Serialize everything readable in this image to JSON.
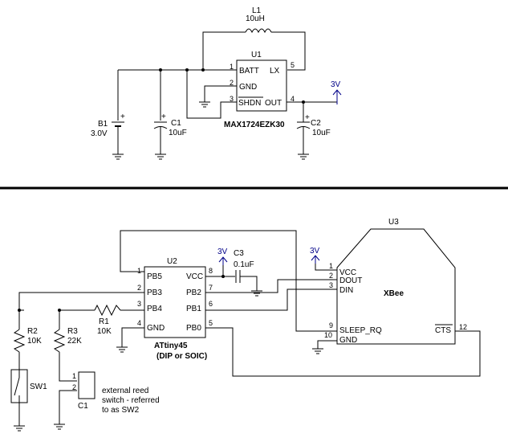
{
  "top": {
    "inductor": {
      "ref": "L1",
      "value": "10uH"
    },
    "regulator": {
      "ref": "U1",
      "part": "MAX1724EZK30",
      "pins": {
        "batt": "BATT",
        "gnd": "GND",
        "shdn": "SHDN",
        "lx": "LX",
        "out": "OUT"
      },
      "pin_numbers": {
        "batt": "1",
        "gnd": "2",
        "shdn": "3",
        "out": "4",
        "lx": "5"
      }
    },
    "battery": {
      "ref": "B1",
      "value": "3.0V"
    },
    "cap_in": {
      "ref": "C1",
      "value": "10uF"
    },
    "cap_out": {
      "ref": "C2",
      "value": "10uF"
    },
    "supply": "3V",
    "plus": "+"
  },
  "bottom": {
    "mcu": {
      "ref": "U2",
      "part": "ATtiny45",
      "package": "(DIP or SOIC)",
      "pins": {
        "pb5": "PB5",
        "pb3": "PB3",
        "pb4": "PB4",
        "gnd": "GND",
        "vcc": "VCC",
        "pb2": "PB2",
        "pb1": "PB1",
        "pb0": "PB0"
      },
      "pin_numbers": {
        "pb5": "1",
        "pb3": "2",
        "pb4": "3",
        "gnd": "4",
        "pb0": "5",
        "pb1": "6",
        "pb2": "7",
        "vcc": "8"
      }
    },
    "decoupling": {
      "ref": "C3",
      "value": "0.1uF"
    },
    "mcu_supply": "3V",
    "xbee": {
      "ref": "U3",
      "name": "XBee",
      "pins": {
        "vcc": "VCC",
        "dout": "DOUT",
        "din": "DIN",
        "sleep": "SLEEP_RQ",
        "gnd": "GND",
        "cts": "CTS"
      },
      "pin_numbers": {
        "vcc": "1",
        "dout": "2",
        "din": "3",
        "sleep": "9",
        "gnd": "10",
        "cts": "12"
      }
    },
    "xbee_supply": "3V",
    "r1": {
      "ref": "R1",
      "value": "10K"
    },
    "r2": {
      "ref": "R2",
      "value": "10K"
    },
    "r3": {
      "ref": "R3",
      "value": "22K"
    },
    "switch": {
      "ref": "SW1"
    },
    "connector": {
      "ref": "C1",
      "pin1": "1",
      "pin2": "2"
    },
    "note": [
      "external reed",
      "switch - referred",
      "to as SW2"
    ]
  },
  "colors": {
    "wire": "#000000",
    "supply_arrow": "#000088",
    "background": "#ffffff"
  }
}
